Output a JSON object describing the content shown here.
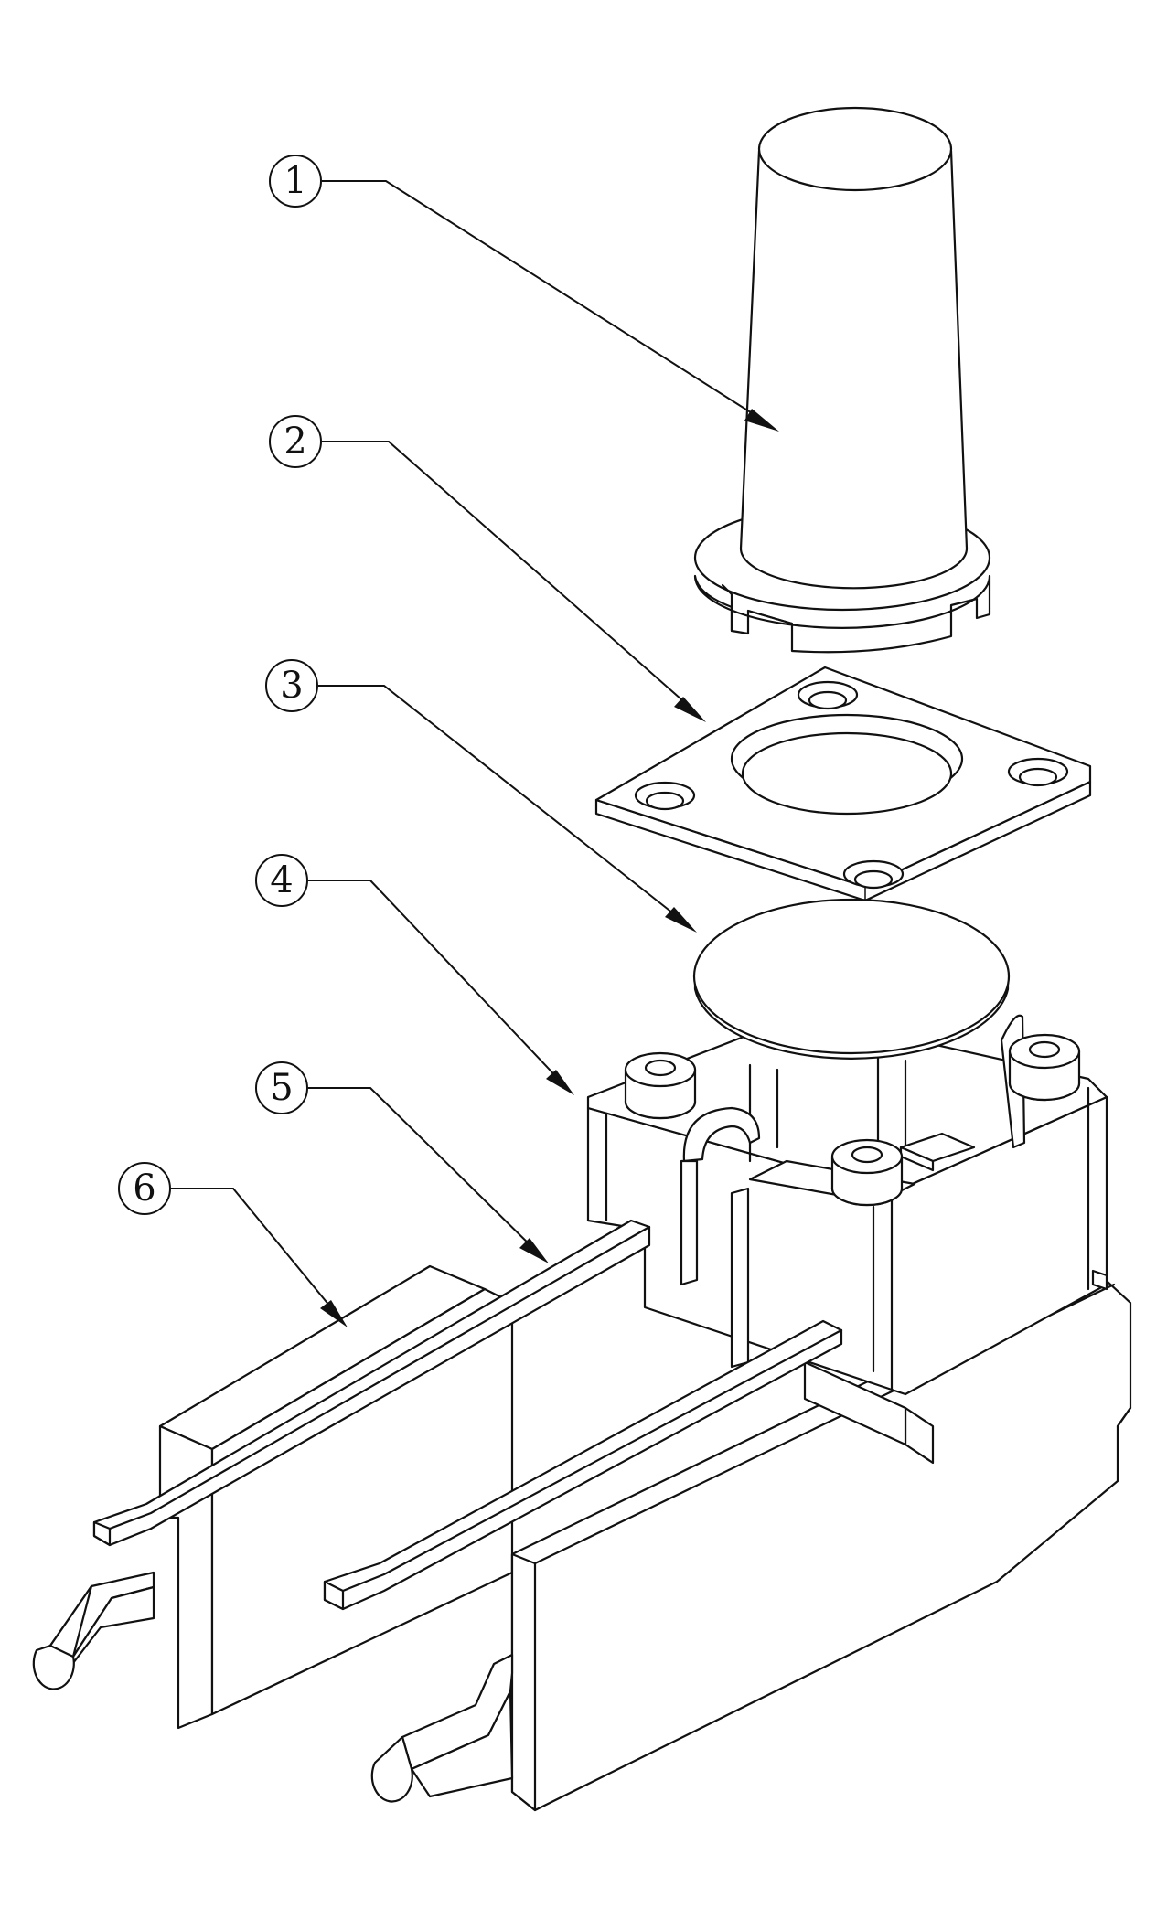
{
  "callouts": [
    {
      "label": "1"
    },
    {
      "label": "2"
    },
    {
      "label": "3"
    },
    {
      "label": "4"
    },
    {
      "label": "5"
    },
    {
      "label": "6"
    }
  ]
}
